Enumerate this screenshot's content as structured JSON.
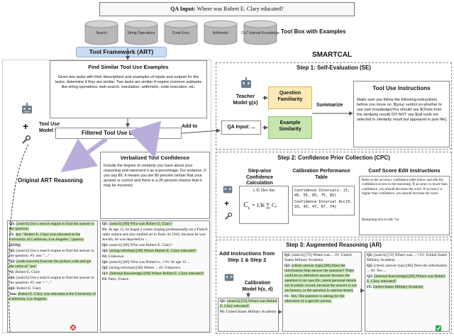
{
  "qa_input": {
    "label": "QA Input:",
    "question": "Where was Robert E. Clary educated?"
  },
  "toolbox": {
    "title": "Tool Box with Examples",
    "tools": [
      "Search",
      "String Operations",
      "Code Exec",
      "Arithmetic",
      "CoT Internal Knowledge"
    ]
  },
  "art": {
    "title": "Tool Framework (ART)",
    "find_title": "Find Similar Tool Use Examples",
    "find_text": "Given two tasks with their descriptions and examples of inputs and outputs for the tasks, determine if they are similar. Two tasks are similar if require common subtasks like string operations, web search, translation, arithmetic, code execution, etc.",
    "tool_use_model": "Tool Use Model f(x)",
    "filtered": "Filtered Tool Use Examples",
    "add_to": "Add to",
    "original_reasoning": "Original ART Reasoning",
    "verbalized_title": "Verbalized Tool Confidence",
    "verbalized_text": "Include the degree of certainty you have about your reasoning and represent it as a percentage. For instance, if you say 80, it means you are 80 percent certain that your answer is correct and there is a 20 percent chance that it may be incorrect."
  },
  "smartcal": {
    "title": "SMARTCAL",
    "step1": {
      "title": "Step 1: Self-Evaluation (SE)",
      "teacher": "Teacher Model g(x)",
      "question_familiarity": "Question Familiarity",
      "example_similarity": "Example Similarity",
      "summarize": "Summarize",
      "qa_input": "QA Input: ...",
      "instructions_title": "Tool Use Instructions",
      "instructions_text": "Make sure you follow the following instructions before you move on. ${your verdict on whether to use own knowledge}You should use ${Tools from the similarity result} DO NOT use ${all tools not selected in similarity result but appeared in json file}."
    },
    "step2": {
      "title": "Step 2: Confidence Prior Collection (CPC)",
      "stepwise_title": "Step-wise Confidence Calculation",
      "calibration_title": "Calibration Performance Table",
      "dev_set": "tᵢ ∈ Dev Set",
      "formula_lhs": "C",
      "formula_sub": "tᵢ",
      "formula_rhs": "= 1/K ∑ Cⱼ",
      "intervals": "Confidence Intervals: [5, 45, 55, 65, 75, 85]",
      "interval_acc": "Confidence Interval Acc[0, 33, 43, 47, 67, 74]",
      "edit_title": "Conf Score Edit Instructions",
      "edit_text": "Refer to the accuracy confidence table below and edit the confidence scores in the reasoning. If accuracy is lower than confidence, you should decrease the score. If accuracy is higher than confidence, you should increase the score.",
      "edit_text2": "Reasoning text to edit: %s"
    },
    "step3": {
      "title": "Step 3: Augmented Reasoning (AR)",
      "add_instructions": "Add Instructions from Step 1 & Step 2",
      "calibration_model": "Calibration Model h(x, d)"
    }
  },
  "examples": {
    "original": [
      {
        "tag": "Q1:",
        "text": "[search] Use a search engine to find the answer to the question.",
        "hl": "g"
      },
      {
        "tag": "#1:",
        "text": "ans: \"Robert E. Clary was educated at the University of California, Los Angeles.\" (sports)",
        "hl": "g"
      },
      {
        "tag": "[EOQ]",
        "text": "",
        "hl": ""
      },
      {
        "tag": "Q1:",
        "text": "[search] Use a search engine to find the answer to the question. #1: ans: \"...\"",
        "hl": ""
      },
      {
        "tag": "Q2:",
        "text": "[code execute] Execute the python code and get the value of \"ans\"",
        "hl": "g"
      },
      {
        "tag": "#2:",
        "text": "Robert E. Clary",
        "hl": ""
      },
      {
        "tag": "Q1:",
        "text": "[search] Use a search engine to find the answer to the question: #1: ans = \"...\"",
        "hl": ""
      },
      {
        "tag": "Q2:",
        "text": "Robert E. Clary",
        "hl": ""
      },
      {
        "tag": "Ans:",
        "text": "Robert E. Clary was educated at the University of California, Los Angeles.",
        "hl": "g"
      }
    ],
    "verbalized": [
      {
        "tag": "Q1:",
        "text": "[search] [80] Who was Robert E. Clary?",
        "hl": "g"
      },
      {
        "tag": "#1:",
        "text": "At age 12, he began a career singing professionally on a French radio station and also studied art in Paris. In 1942, because he was Jewish, he was deported to ...",
        "hl": ""
      },
      {
        "tag": "Q1:",
        "text": "[search] [80] Who was Robert E. Clary?",
        "hl": ""
      },
      {
        "tag": "Q2:",
        "text": "[string reformat] [80] Where Robert E. Clary educated?",
        "hl": "g"
      },
      {
        "tag": "#2:",
        "text": "Unknown",
        "hl": ""
      },
      {
        "tag": "Q1:",
        "text": "[search] [80] Who was Robert h...? #1: At age 12 ...",
        "hl": ""
      },
      {
        "tag": "Q2:",
        "text": "[string reformat] [80] Where ... #2: Unknown",
        "hl": ""
      },
      {
        "tag": "Q3:",
        "text": "[Internal Knowledge] [80] Where Robert E. Clary educated?",
        "hl": "g"
      },
      {
        "tag": "#3:",
        "text": "Paris, France",
        "hl": ""
      }
    ],
    "augmented": [
      {
        "tag": "Q1:",
        "text": "[search] [72] Where was Robert E. Clary educated?",
        "hl": "g"
      },
      {
        "tag": "#1:",
        "text": "United States Military Academy",
        "hl": ""
      }
    ],
    "augmented2": [
      {
        "tag": "Q1:",
        "text": "[search] [72] Where was ... #1: United States Military Academy",
        "hl": ""
      },
      {
        "tag": "Q2:",
        "text": "[check answer type] [80] Does the information help answer the question? There could be no definitive answer because the question is too specific, about personal details not in public record, because the answer is not yet known, or the question is opinion-based.",
        "hl": "g"
      },
      {
        "tag": "#2:",
        "text": "Yes. The question is asking for the education of a specific person.",
        "hl": "g"
      }
    ],
    "augmented3": [
      {
        "tag": "Q1:",
        "text": "[search] [72] Where was ... ? #1: United States Military Academy",
        "hl": ""
      },
      {
        "tag": "Q2:",
        "text": "[check answer type] [80] Does the information ... #2: Yes ...",
        "hl": ""
      },
      {
        "tag": "Q3:",
        "text": "[Internal Knowledge] [85] Where was Robert E. Clary educated?",
        "hl": "g"
      },
      {
        "tag": "#3:",
        "text": "United States Military Academy",
        "hl": "g"
      }
    ]
  },
  "colors": {
    "cylinder": "#b8b8ba",
    "art_tab": "#c9dcf3",
    "qf_fill": "#fce9b5",
    "es_fill": "#c8e6b0",
    "highlight_green": "#c9e7b4",
    "arrow_purple": "#b9aedb",
    "dashed_box": "#888888"
  }
}
